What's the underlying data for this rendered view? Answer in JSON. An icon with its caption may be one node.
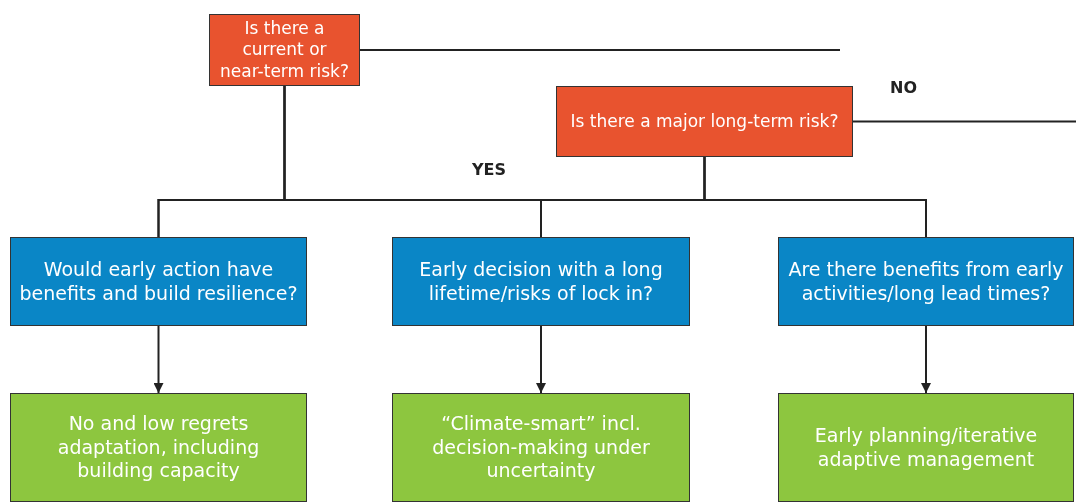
{
  "diagram": {
    "nodes": [
      {
        "text": [
          "Is there a current or near-term risk?"
        ]
      },
      {
        "text": [
          "Is there a major long-term risk?"
        ]
      },
      {
        "text": [
          "Would early action have benefits and build resilience?"
        ]
      },
      {
        "text": [
          "Early decision with a long lifetime/risks of lock in?"
        ]
      },
      {
        "text": [
          "Are there benefits from early activities/long lead times?"
        ]
      },
      {
        "text": [
          "No and low regrets adaptation, including building capacity"
        ]
      },
      {
        "text": [
          "“Climate-smart” incl. decision-making under uncertainty"
        ]
      },
      {
        "text": [
          "Early planning/iterative adaptive management"
        ]
      }
    ],
    "edges": [
      {
        "from": 0,
        "to": null,
        "arrow": "none"
      },
      {
        "from": 1,
        "to": null,
        "arrow": "none"
      },
      {
        "from": 0,
        "to": 2,
        "arrow": "none"
      },
      {
        "from": 0,
        "to": 3,
        "arrow": "none"
      },
      {
        "from": 0,
        "to": 4,
        "arrow": "none"
      },
      {
        "from": 1,
        "to": 2,
        "arrow": "none"
      },
      {
        "from": 1,
        "to": 3,
        "arrow": "none"
      },
      {
        "from": 1,
        "to": 4,
        "arrow": "none"
      },
      {
        "from": 2,
        "to": 5,
        "arrow": "to"
      },
      {
        "from": 3,
        "to": 6,
        "arrow": "to"
      },
      {
        "from": 4,
        "to": 7,
        "arrow": "to"
      }
    ],
    "labels": [
      "NO",
      "YES"
    ]
  }
}
